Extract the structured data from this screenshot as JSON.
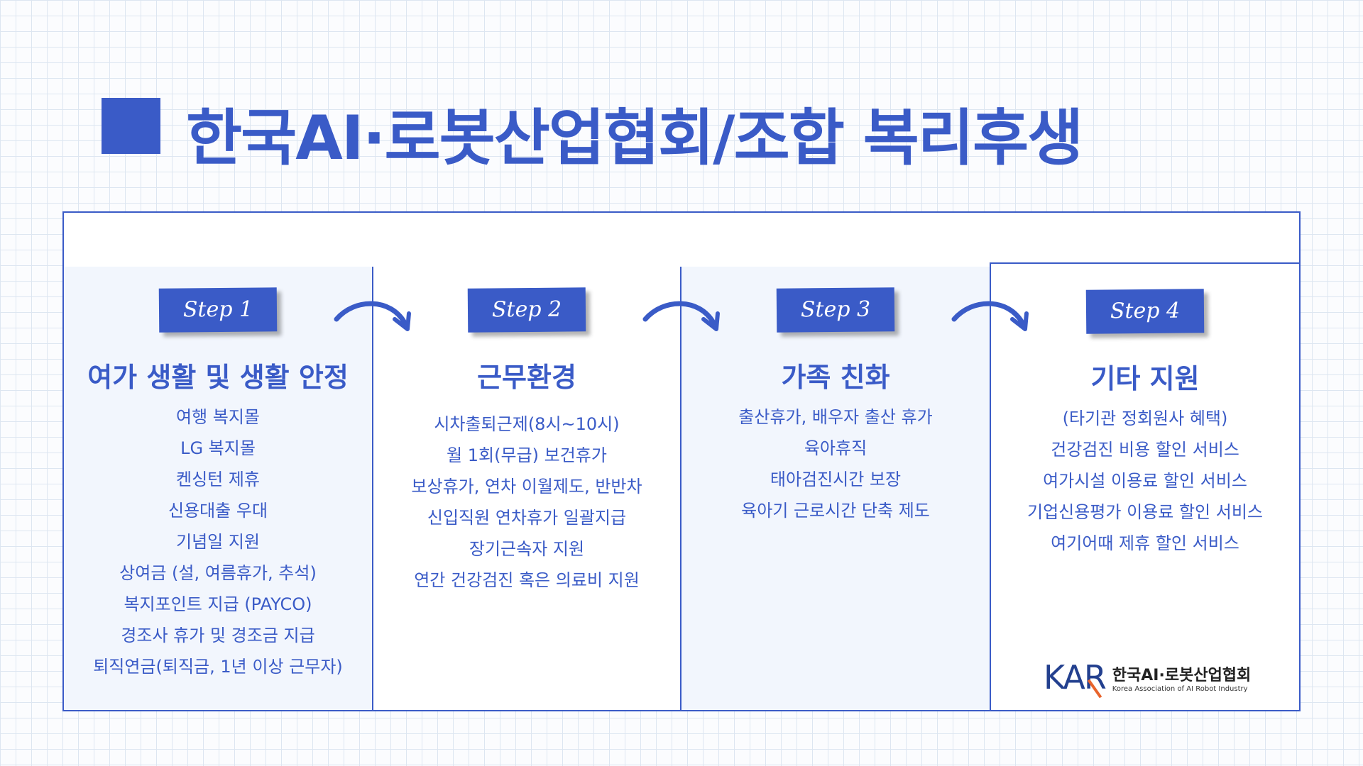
{
  "title": "한국AI·로봇산업협회/조합 복리후생",
  "accent": "#3a5bc7",
  "steps": [
    {
      "badge": "Step 1",
      "heading": "여가 생활 및 생활 안정",
      "items": [
        "여행 복지몰",
        "LG 복지몰",
        "켄싱턴 제휴",
        "신용대출 우대",
        "기념일 지원",
        "상여금 (설, 여름휴가, 추석)",
        "복지포인트 지급 (PAYCO)",
        "경조사 휴가 및 경조금 지급",
        "퇴직연금(퇴직금, 1년 이상 근무자)"
      ]
    },
    {
      "badge": "Step 2",
      "heading": "근무환경",
      "items": [
        "시차출퇴근제(8시~10시)",
        "월 1회(무급) 보건휴가",
        "보상휴가, 연차 이월제도, 반반차",
        "신입직원 연차휴가 일괄지급",
        "장기근속자 지원",
        "연간 건강검진 혹은 의료비 지원"
      ]
    },
    {
      "badge": "Step 3",
      "heading": "가족 친화",
      "items": [
        "출산휴가, 배우자 출산 휴가",
        "육아휴직",
        "태아검진시간 보장",
        "육아기 근로시간 단축 제도"
      ]
    },
    {
      "badge": "Step 4",
      "heading": "기타 지원",
      "items": [
        "(타기관 정회원사 혜택)",
        "건강검진 비용 할인 서비스",
        "여가시설 이용료 할인 서비스",
        "기업신용평가 이용료 할인 서비스",
        "여기어때 제휴 할인 서비스"
      ]
    }
  ],
  "logo": {
    "mark": "KAR",
    "name_ko": "한국AI·로봇산업협회",
    "name_en": "Korea Association of AI Robot Industry"
  }
}
